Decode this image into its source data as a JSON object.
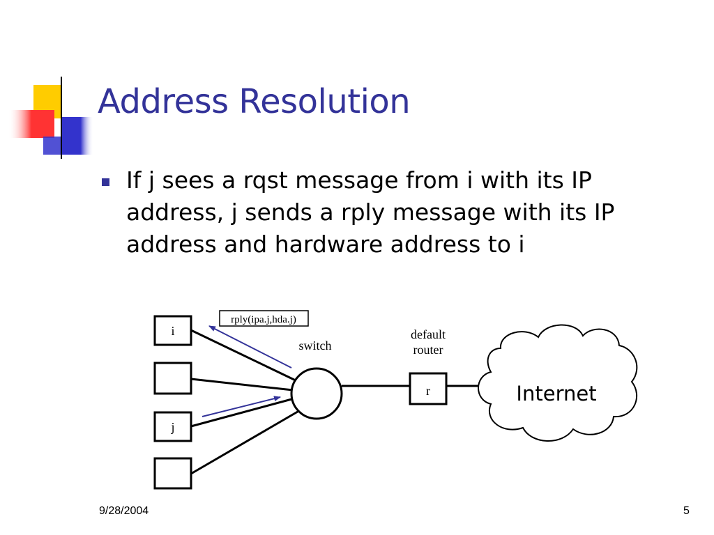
{
  "title": "Address Resolution",
  "bullet": "If j sees a rqst message from i with its IP address, j sends a rply message with its IP address and hardware address to i",
  "diagram": {
    "host_i": "i",
    "host_j": "j",
    "reply_message": "rply(ipa.j,hda.j)",
    "switch_label": "switch",
    "router_label_line1": "default",
    "router_label_line2": "router",
    "router": "r",
    "internet": "Internet"
  },
  "footer": {
    "date": "9/28/2004",
    "page": "5"
  },
  "colors": {
    "title": "#333399",
    "bullet": "#333399",
    "arrow": "#333399",
    "deco_yellow": "#FFCC00",
    "deco_red": "#FF3333",
    "deco_blue": "#3333CC"
  }
}
